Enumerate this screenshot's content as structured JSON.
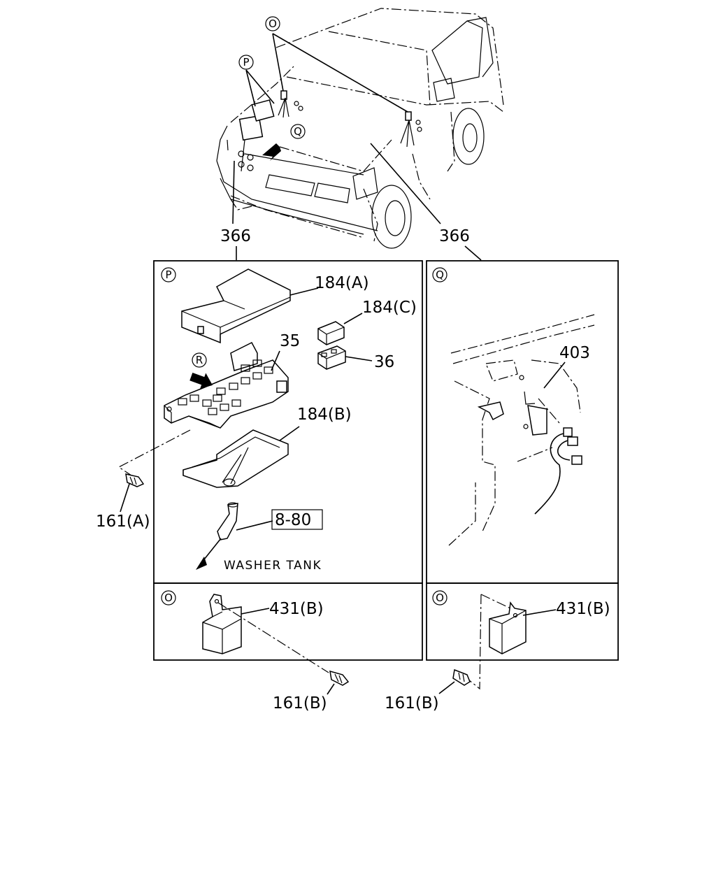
{
  "callouts": {
    "harness_left": "366",
    "harness_right": "366",
    "cover_a": "184(A)",
    "relay_c": "184(C)",
    "fuse_block": "35",
    "relay_36": "36",
    "tray_b": "184(B)",
    "bolt_a": "161(A)",
    "ref_box": "8-80",
    "washer_tank": "WASHER TANK",
    "sensor_403": "403",
    "unit_431_left": "431(B)",
    "unit_431_right": "431(B)",
    "bolt_b_left": "161(B)",
    "bolt_b_right": "161(B)"
  },
  "view_markers": {
    "car_o": "O",
    "car_p": "P",
    "car_q": "Q",
    "panel_p": "P",
    "panel_q": "Q",
    "panel_o_left": "O",
    "panel_o_right": "O",
    "r_marker": "R"
  }
}
